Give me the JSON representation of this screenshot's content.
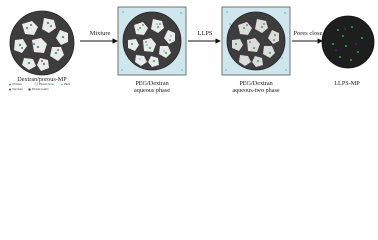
{
  "panels": [
    {
      "id": "dextran-porous-mp",
      "label": "Dextran/porous-MP"
    },
    {
      "id": "peg-dextran-aqueous-phase",
      "label_line1": "PEG/Dextran",
      "label_line2": "aqueous phase"
    },
    {
      "id": "peg-dextran-aqueous-two-phase",
      "label_line1": "PEG/Dextran",
      "label_line2": "aqueous-two phase"
    },
    {
      "id": "llps-mp",
      "label": "LLPS-MP"
    }
  ],
  "steps": {
    "step1": "Mixture",
    "step2": "LLPS",
    "step3": "Pores close"
  },
  "legend": {
    "protein": "Protein",
    "plga_pore": "PLGA pore",
    "peg": "PEG",
    "dextran": "Dextran",
    "plga_matrix": "PLGA matrix"
  },
  "colors": {
    "plga_matrix": "#3d3d3d",
    "pore": "#e8e8e8",
    "protein": "#2ea84a",
    "peg": "#29c4dc",
    "dextran": "#6a2a7a",
    "aqueous_bg": "#cfe7ec",
    "llps_sphere": "#1e1e1e"
  }
}
